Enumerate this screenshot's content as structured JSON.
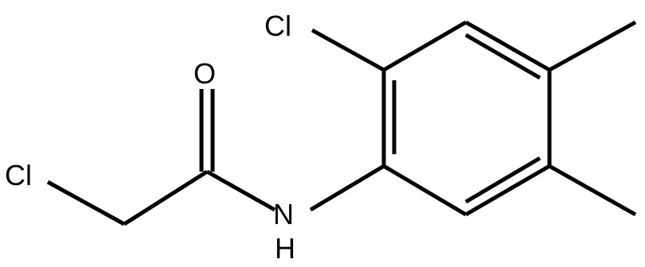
{
  "molecule": {
    "atoms": {
      "cl_chloromethyl": "Cl",
      "oxygen": "O",
      "nitrogen": "N",
      "hydrogen": "H",
      "cl_ring": "Cl"
    }
  }
}
